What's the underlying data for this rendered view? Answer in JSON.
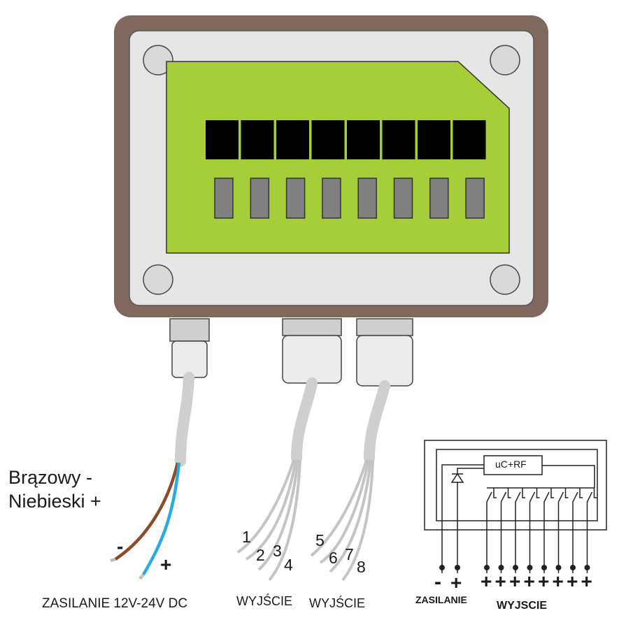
{
  "legend": {
    "brown": "Brązowy  -",
    "blue": "Niebieski +"
  },
  "captions": {
    "power": "ZASILANIE 12V-24V DC",
    "outputs_a": "WYJŚCIE",
    "outputs_b": "WYJŚCIE"
  },
  "wire_signs": {
    "minus": "-",
    "plus": "+"
  },
  "wire_numbers": [
    "1",
    "2",
    "3",
    "4",
    "5",
    "6",
    "7",
    "8"
  ],
  "schematic": {
    "module_label": "uC+RF",
    "power_label": "ZASILANIE",
    "outputs_label": "WYJSCIE",
    "power_signs": [
      "-",
      "+"
    ],
    "output_signs": [
      "+",
      "+",
      "+",
      "+",
      "+",
      "+",
      "+",
      "+"
    ]
  },
  "colors": {
    "enclosure": "#80685f",
    "lid": "#e6e6e6",
    "board": "#a6ce39",
    "display": "#000000",
    "led": "#808080",
    "brown_wire": "#8b4a2b",
    "blue_wire": "#29abe2",
    "cable": "#cfcfcf"
  },
  "display_cells": 8,
  "led_cells": 8
}
